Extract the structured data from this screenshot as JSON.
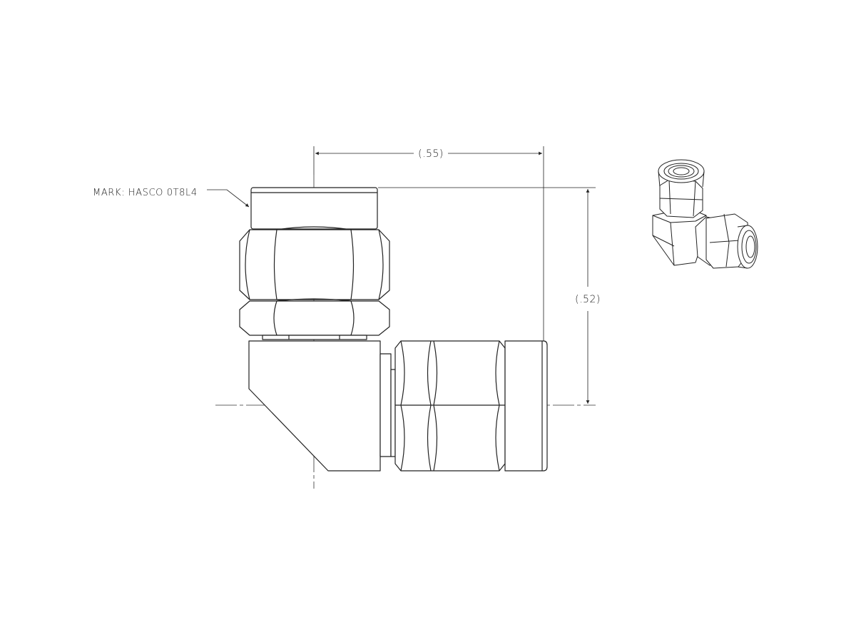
{
  "drawing": {
    "callout_mark": "MARK: HASCO 0T8L4",
    "dim_width": "(.55)",
    "dim_height": "(.52)"
  },
  "colors": {
    "line": "#222222",
    "background": "#ffffff"
  },
  "icons": [
    "connector-front-view",
    "connector-isometric-icon"
  ]
}
